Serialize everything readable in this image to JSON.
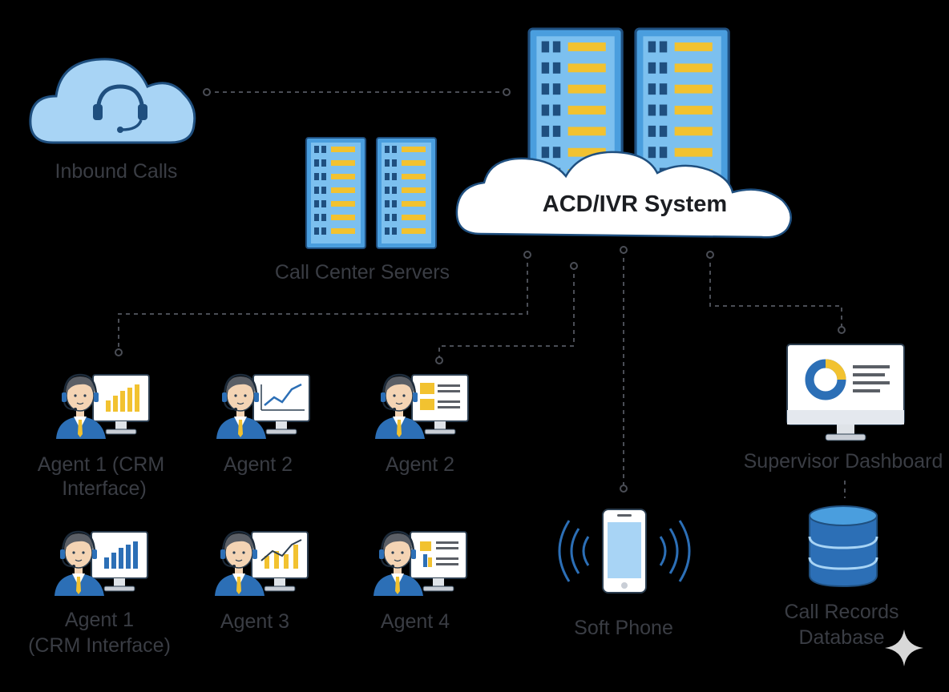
{
  "nodes": {
    "inbound_calls": "Inbound Calls",
    "call_center_servers": "Call Center Servers",
    "acd_ivr": "ACD/IVR System",
    "soft_phone": "Soft Phone",
    "supervisor_dashboard": "Supervisor Dashboard",
    "call_records_db": [
      "Call Records",
      "Database"
    ]
  },
  "agents": [
    {
      "lines": [
        "Agent 1 (CRM",
        "Interface)"
      ],
      "screen": "bar-chart"
    },
    {
      "lines": [
        "Agent 2"
      ],
      "screen": "line-chart"
    },
    {
      "lines": [
        "Agent 2"
      ],
      "screen": "document"
    },
    {
      "lines": [
        "Agent 1",
        "(CRM Interface)"
      ],
      "screen": "bar-chart"
    },
    {
      "lines": [
        "Agent 3"
      ],
      "screen": "line-chart"
    },
    {
      "lines": [
        "Agent 4"
      ],
      "screen": "document"
    }
  ],
  "colors": {
    "background": "#000000",
    "server_blue": "#4a9ede",
    "server_led": "#f2c230",
    "cloud": "#ffffff",
    "cloud_blue": "#a8d4f5",
    "agent_suit": "#2c6fb6",
    "label_gray": "#3a3d44"
  },
  "icons": [
    "headset-icon",
    "server-rack-icon",
    "agent-icon",
    "monitor-icon",
    "smartphone-icon",
    "database-icon",
    "sparkle-icon"
  ]
}
